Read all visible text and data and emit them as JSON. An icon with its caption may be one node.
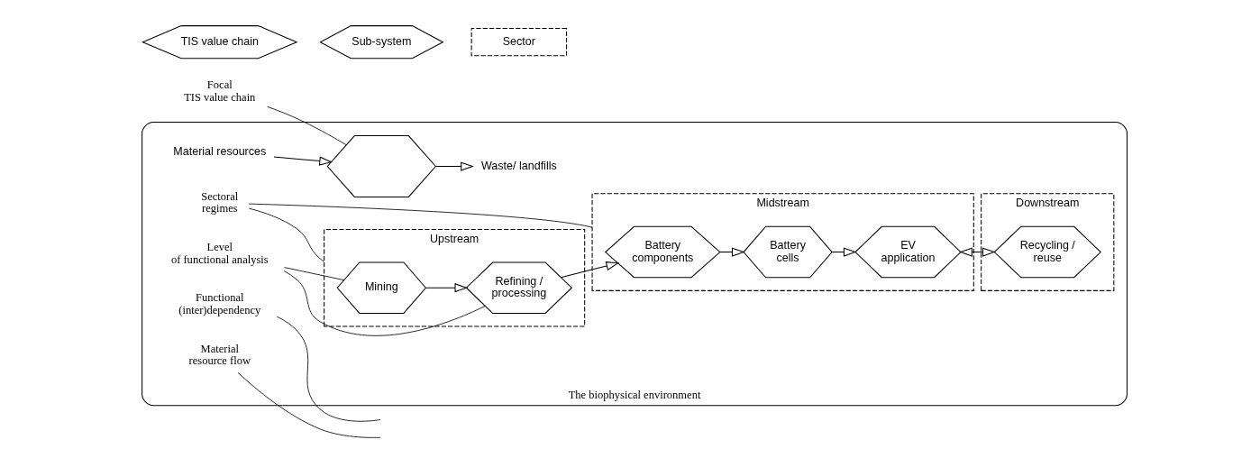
{
  "diagram": {
    "nodes": [
      {
        "text": [
          "The biophysical environment"
        ]
      },
      {
        "text": [
          "Sectoral regimes"
        ],
        "in": 0
      },
      {
        "text": [
          "Upstream"
        ],
        "in": 0
      },
      {
        "text": [
          "Mining"
        ],
        "in": 2
      },
      {
        "text": [
          "Refining / processing"
        ],
        "in": 2
      },
      {
        "text": [
          "Midstream"
        ],
        "in": 0
      },
      {
        "text": [
          "Battery components"
        ],
        "in": 5
      },
      {
        "text": [
          "Battery cells"
        ],
        "in": 5
      },
      {
        "text": [
          "EV application"
        ],
        "in": 5
      },
      {
        "text": [
          "Functional (inter)dependency"
        ],
        "in": 0
      },
      {
        "text": [
          "Downstream"
        ],
        "in": 0
      },
      {
        "text": [
          "Recycling / reuse"
        ],
        "in": 10
      },
      {
        "text": [
          "Material resources"
        ],
        "in": 0
      },
      {
        "text": [],
        "shape": "hexagon",
        "in": 0
      },
      {
        "text": [
          "Waste/ landfills"
        ],
        "in": 0
      },
      {
        "text": [
          "Focal TIS value chain"
        ]
      },
      {
        "text": [
          "Level of functional analysis"
        ],
        "in": 0
      },
      {
        "text": [
          "Material resource flow"
        ],
        "in": 0
      }
    ],
    "edges": [
      {
        "from": 12,
        "to": 13,
        "arrow": "to"
      },
      {
        "from": 3,
        "to": 4,
        "arrow": "to"
      },
      {
        "from": 4,
        "to": 6,
        "arrow": "to"
      },
      {
        "from": 6,
        "to": 7,
        "arrow": "to"
      },
      {
        "from": 7,
        "to": 8,
        "arrow": "to"
      },
      {
        "from": 8,
        "to": 11,
        "arrow": "both"
      },
      {
        "from": 13,
        "to": 14,
        "arrow": "to"
      },
      {
        "from": 1,
        "to": 2,
        "arrow": "none"
      },
      {
        "from": 1,
        "to": 5,
        "arrow": "none"
      },
      {
        "from": 9,
        "to": null,
        "arrow": "none"
      },
      {
        "from": 16,
        "to": 3,
        "arrow": "none"
      },
      {
        "from": 16,
        "to": 4,
        "arrow": "none"
      },
      {
        "from": 17,
        "to": null,
        "arrow": "none"
      },
      {
        "from": 15,
        "to": 13,
        "arrow": "none"
      }
    ],
    "legend": [
      {
        "text": "TIS value chain"
      },
      {
        "text": "Sub-system"
      },
      {
        "text": "Sector"
      }
    ]
  }
}
